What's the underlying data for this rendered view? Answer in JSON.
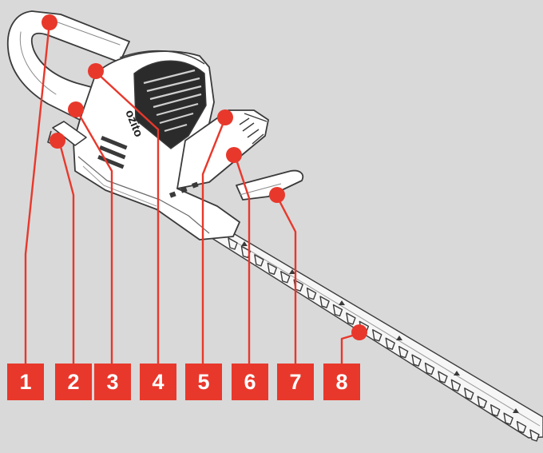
{
  "brand": "ozito",
  "colors": {
    "background": "#d9d9d9",
    "callout": "#e8382c",
    "body_fill": "#ffffff",
    "outline": "#3a3a3a",
    "dark_vent": "#2b2b2b"
  },
  "callouts": [
    {
      "label": "1"
    },
    {
      "label": "2"
    },
    {
      "label": "3"
    },
    {
      "label": "4"
    },
    {
      "label": "5"
    },
    {
      "label": "6"
    },
    {
      "label": "7"
    },
    {
      "label": "8"
    }
  ]
}
